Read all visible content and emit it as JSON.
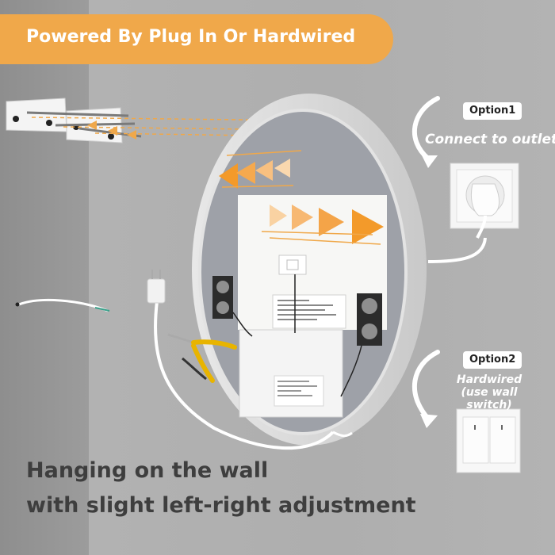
{
  "header": {
    "title": "Powered By Plug In Or Hardwired"
  },
  "option1": {
    "tag": "Option1",
    "description": "Connect to outlet"
  },
  "option2": {
    "tag": "Option2",
    "description_line1": "Hardwired",
    "description_line2": "(use wall switch)"
  },
  "caption": {
    "line1": "Hanging on the wall",
    "line2": "with slight left-right adjustment"
  },
  "colors": {
    "accent": "#f0a84a",
    "text_dark": "#3e3e3e",
    "white": "#ffffff"
  }
}
